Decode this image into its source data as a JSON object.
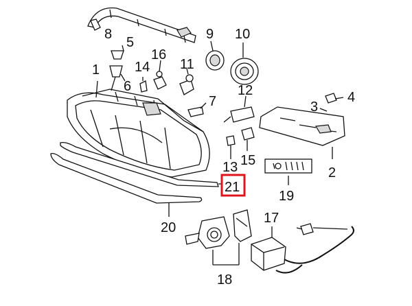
{
  "parts": {
    "p1": "1",
    "p2": "2",
    "p3": "3",
    "p4": "4",
    "p5": "5",
    "p6": "6",
    "p7": "7",
    "p8": "8",
    "p9": "9",
    "p10": "10",
    "p11": "11",
    "p12": "12",
    "p13": "13",
    "p14": "14",
    "p15": "15",
    "p16": "16",
    "p17": "17",
    "p18": "18",
    "p19": "19",
    "p20": "20",
    "p21": "21"
  },
  "highlight": {
    "part": "21",
    "color": "#e0141b"
  },
  "colors": {
    "line": "#111111",
    "background": "#ffffff",
    "shade": "#d9d9d9"
  }
}
